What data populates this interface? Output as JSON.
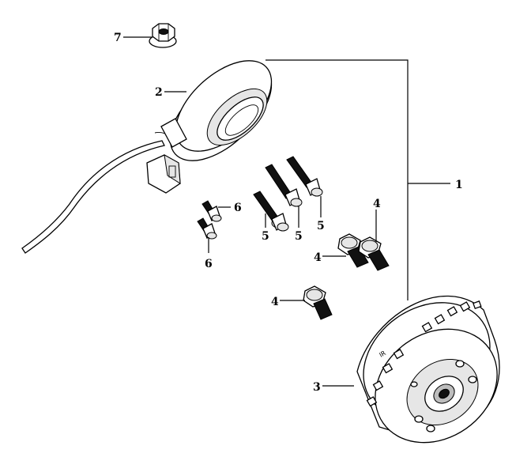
{
  "callouts": {
    "c1": "1",
    "c2": "2",
    "c3": "3",
    "c4a": "4",
    "c4b": "4",
    "c4c": "4",
    "c5a": "5",
    "c5b": "5",
    "c5c": "5",
    "c6a": "6",
    "c6b": "6",
    "c7": "7"
  }
}
